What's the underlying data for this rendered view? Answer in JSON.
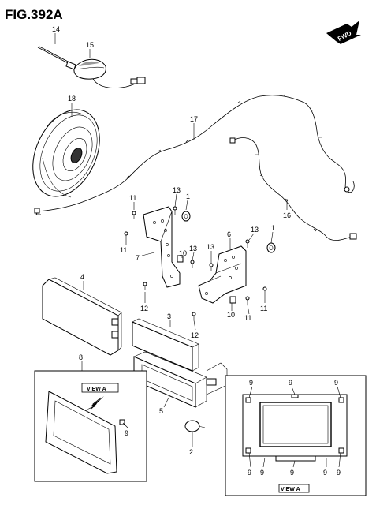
{
  "figure": {
    "title": "FIG.392A",
    "direction_badge": "FWD",
    "view_label": "VIEW A",
    "callouts": [
      {
        "key": "14",
        "text": "14"
      },
      {
        "key": "15",
        "text": "15"
      },
      {
        "key": "18",
        "text": "18"
      },
      {
        "key": "17",
        "text": "17"
      },
      {
        "key": "16",
        "text": "16"
      },
      {
        "key": "11a",
        "text": "11"
      },
      {
        "key": "13a",
        "text": "13"
      },
      {
        "key": "1a",
        "text": "1"
      },
      {
        "key": "11b",
        "text": "11"
      },
      {
        "key": "7",
        "text": "7"
      },
      {
        "key": "13b",
        "text": "13"
      },
      {
        "key": "10a",
        "text": "10"
      },
      {
        "key": "6",
        "text": "6"
      },
      {
        "key": "13c",
        "text": "13"
      },
      {
        "key": "1b",
        "text": "1"
      },
      {
        "key": "13d",
        "text": "13"
      },
      {
        "key": "4",
        "text": "4"
      },
      {
        "key": "12a",
        "text": "12"
      },
      {
        "key": "11c",
        "text": "11"
      },
      {
        "key": "10b",
        "text": "10"
      },
      {
        "key": "11d",
        "text": "11"
      },
      {
        "key": "3",
        "text": "3"
      },
      {
        "key": "12b",
        "text": "12"
      },
      {
        "key": "8",
        "text": "8"
      },
      {
        "key": "5",
        "text": "5"
      },
      {
        "key": "9a",
        "text": "9"
      },
      {
        "key": "2",
        "text": "2"
      },
      {
        "key": "9b",
        "text": "9"
      },
      {
        "key": "9c",
        "text": "9"
      },
      {
        "key": "9d",
        "text": "9"
      },
      {
        "key": "9e",
        "text": "9"
      },
      {
        "key": "9f",
        "text": "9"
      },
      {
        "key": "9g",
        "text": "9"
      },
      {
        "key": "9h",
        "text": "9"
      }
    ]
  },
  "colors": {
    "ink": "#000000",
    "paper": "#ffffff",
    "shade": "#dddddd"
  }
}
